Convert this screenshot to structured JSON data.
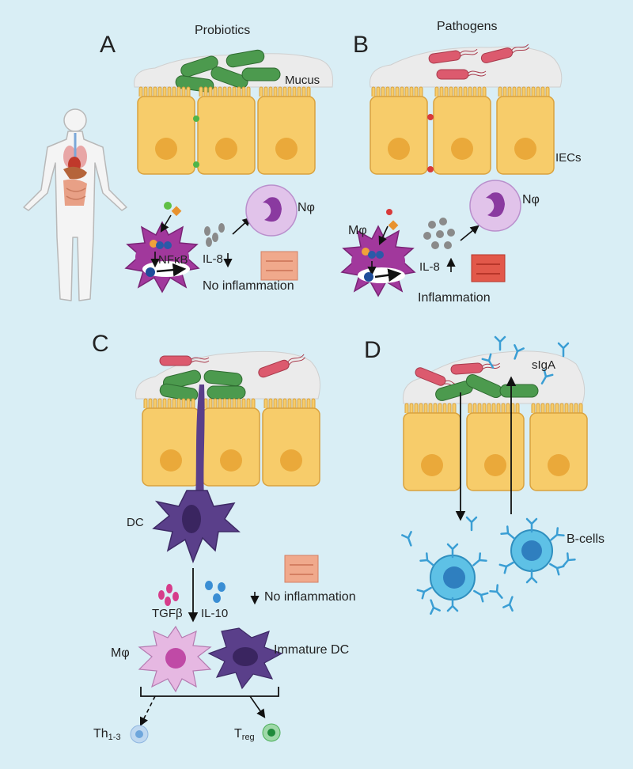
{
  "panels": {
    "a": {
      "letter": "A",
      "title": "Probiotics",
      "mucus": "Mucus",
      "nfkb": "NFκB",
      "il8": "IL-8",
      "neutrophil": "Nφ",
      "outcome": "No inflammation"
    },
    "b": {
      "letter": "B",
      "title": "Pathogens",
      "iecs": "IECs",
      "macrophage": "Mφ",
      "il8": "IL-8",
      "neutrophil": "Nφ",
      "outcome": "Inflammation"
    },
    "c": {
      "letter": "C",
      "dc": "DC",
      "tgfb": "TGFβ",
      "il10": "IL-10",
      "outcome": "No inflammation",
      "macrophage": "Mφ",
      "immature_dc": "Immature DC",
      "th_base": "Th",
      "th_sub": "1-3",
      "treg_base": "T",
      "treg_sub": "reg"
    },
    "d": {
      "letter": "D",
      "sig_a": "sIgA",
      "bcells": "B-cells"
    }
  },
  "colors": {
    "background": "#d9eef5",
    "cell_fill": "#f7cc6a",
    "cell_stroke": "#d9a23e",
    "nucleus": "#eaa93a",
    "mucus": "#ebebeb",
    "probiotic": "#4c9a4e",
    "pathogen": "#dc5a6e",
    "macrophage": "#a1389c",
    "neutrophil": "#e1c3ea",
    "dendritic": "#5a3f8a",
    "bcell": "#5ec1e6",
    "antibody": "#3a9ed4"
  }
}
